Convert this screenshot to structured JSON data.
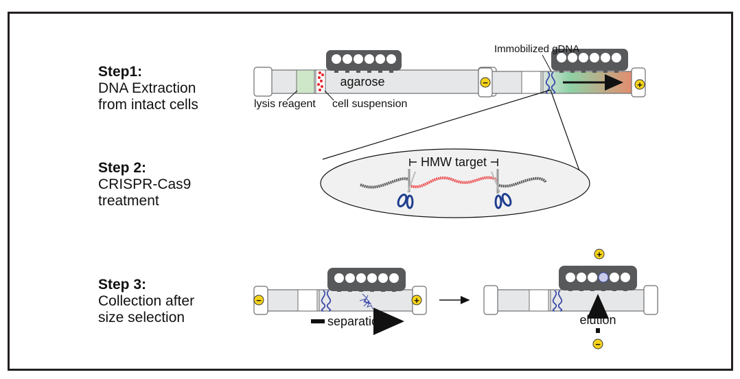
{
  "steps": [
    {
      "title": "Step1:",
      "desc1": "DNA Extraction",
      "desc2": "from intact cells"
    },
    {
      "title": "Step 2:",
      "desc1": "CRISPR-Cas9",
      "desc2": "treatment"
    },
    {
      "title": "Step 3:",
      "desc1": "Collection after",
      "desc2": "size selection"
    }
  ],
  "labels": {
    "agarose": "agarose",
    "lysis_reagent": "lysis reagent",
    "cell_suspension": "cell suspension",
    "immobilized": "Immobilized gDNA",
    "hmw_target": "HMW target",
    "separation": "separation",
    "elution": "elution"
  },
  "electrodes": {
    "negative": "−",
    "positive": "+"
  },
  "colors": {
    "cassette_fill": "#e6e7e8",
    "comb": "#58595b",
    "lysis": "#cfe7c9",
    "cells": "#e8232a",
    "dna": "#3b4aa8",
    "electrode": "#f6d31b",
    "gradient_green": "#8fd1a6",
    "gradient_red": "#ec8668",
    "target_dna": "#ec4a4a",
    "flank_dna": "#555555",
    "scissor_handle": "#1f3e8f",
    "ellipse": "#f1f1f2"
  }
}
